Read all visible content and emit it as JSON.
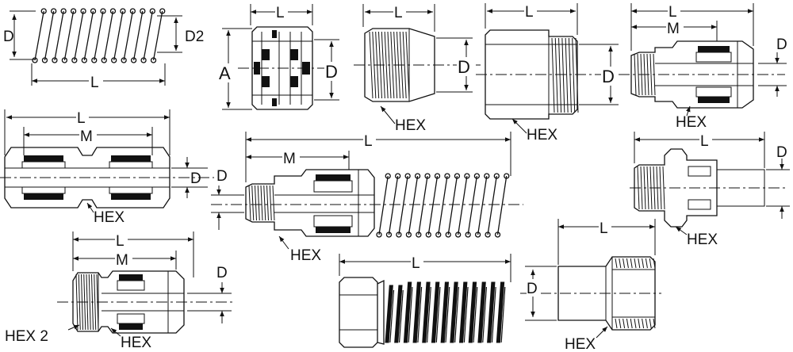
{
  "labels": {
    "length": "L",
    "length_m": "M",
    "diameter": "D",
    "diameter_2": "D2",
    "dimension_a": "A",
    "hex": "HEX",
    "hex_2": "HEX 2"
  }
}
